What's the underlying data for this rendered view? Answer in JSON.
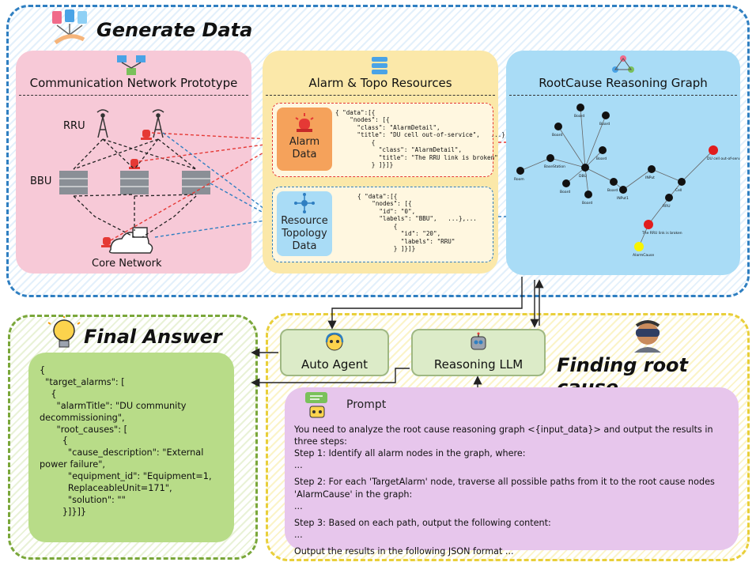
{
  "sections": {
    "generate": {
      "title": "Generate Data"
    },
    "final": {
      "title": "Final Answer"
    },
    "finding": {
      "title": "Finding root cause"
    }
  },
  "panels": {
    "comm": {
      "title": "Communication Network Prototype",
      "rru_label": "RRU",
      "bbu_label": "BBU",
      "core_label": "Core Network"
    },
    "alarm": {
      "title": "Alarm & Topo Resources",
      "alarm_data_label": "Alarm\nData",
      "resource_label": "Resource\nTopology\nData",
      "alarm_json": "{ \"data\":[{\n    \"nodes\": [{\n      \"class\": \"AlarmDetail\",\n      \"title\": \"DU cell out-of-service\",   ...},...\n          {\n            \"class\": \"AlarmDetail\",\n            \"title\": \"The RRU link is broken\"\n          } ]}]}",
      "topo_json": "{ \"data\":[{\n    \"nodes\": [{\n      \"id\": \"0\",\n      \"labels\": \"BBU\",   ...},...\n          {\n            \"id\": \"20\",\n            \"labels\": \"RRU\"\n          } ]}]}"
    },
    "graph": {
      "title": "RootCause Reasoning Graph",
      "node_labels": [
        "Board",
        "Board",
        "Board",
        "Board",
        "Room",
        "BaseStation",
        "DBU",
        "Board",
        "Board",
        "Board",
        "INPut1",
        "INPut",
        "Cell",
        "RRU",
        "DU cell out-of-service",
        "The RRU link is broken",
        "AlarmCause"
      ]
    }
  },
  "buttons": {
    "auto_agent": "Auto Agent",
    "reasoning_llm": "Reasoning LLM"
  },
  "final_answer": "{\n  \"target_alarms\": [\n    {\n      \"alarmTitle\": \"DU community\ndecommissioning\",\n      \"root_causes\": [\n        {\n          \"cause_description\": \"External\npower failure\",\n          \"equipment_id\": \"Equipment=1,\n          ReplaceableUnit=171\",\n          \"solution\": \"\"\n        }]}]}",
  "prompt": {
    "title": "Prompt",
    "lines": [
      "You need to analyze the root cause reasoning graph <{input_data}> and output the results in three steps:",
      "Step 1: Identify all alarm nodes in the graph, where:",
      "...",
      "Step 2: For each 'TargetAlarm' node, traverse all possible paths from it to the root cause nodes 'AlarmCause' in the graph:",
      "...",
      "Step 3: Based on each path, output the following content:",
      "...",
      "Output the results in the following JSON format ..."
    ]
  },
  "colors": {
    "blue": "#2f7fc1",
    "green": "#7aa73a",
    "yellow": "#e9cf3a",
    "pink": "#f7c9d7",
    "cream": "#fbe8a9",
    "sky": "#a9dcf6",
    "lavender": "#e7c6ec",
    "lightgreen": "#b8dc88"
  }
}
